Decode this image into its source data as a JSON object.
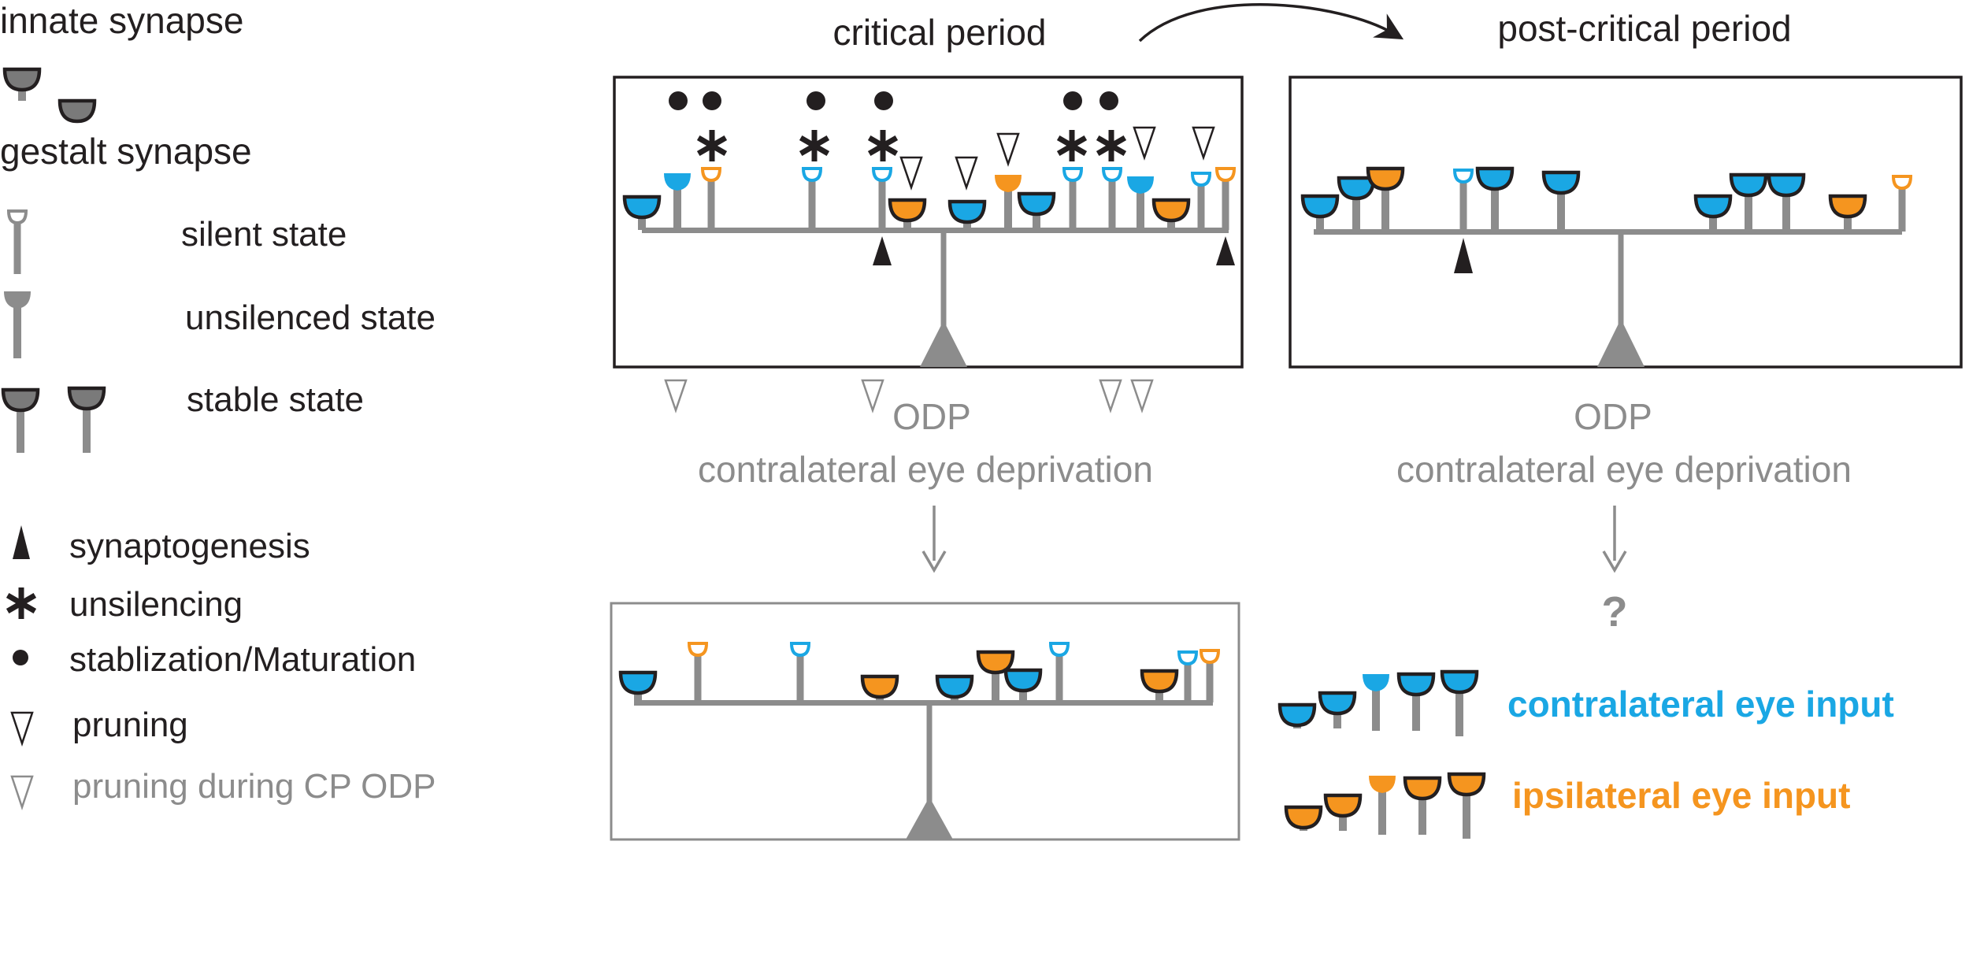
{
  "legend": {
    "innate": "innate synapse",
    "gestalt": "gestalt synapse",
    "silent": "silent state",
    "unsilenced": "unsilenced state",
    "stable": "stable state",
    "synaptogenesis": "synaptogenesis",
    "unsilencing": "unsilencing",
    "stabilization": "stablization/Maturation",
    "pruning": "pruning",
    "pruning_cp": "pruning during CP ODP"
  },
  "panels": {
    "critical_title": "critical period",
    "post_title": "post-critical period",
    "odp": "ODP",
    "deprivation": "contralateral eye deprivation",
    "question": "?"
  },
  "inputs": {
    "contra": "contralateral eye input",
    "ipsi": "ipsilateral eye input"
  },
  "colors": {
    "contra": "#1aa7e4",
    "ipsi": "#f5951f",
    "stalk": "#8c8c8c",
    "innate": "#7a7a7a",
    "dark": "#231f20",
    "gray_text": "#8c8c8c"
  }
}
